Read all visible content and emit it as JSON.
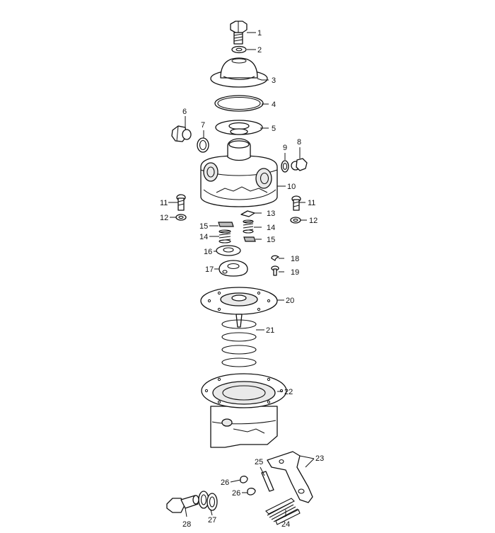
{
  "diagram": {
    "callouts": [
      {
        "id": "c1",
        "label": "1"
      },
      {
        "id": "c2",
        "label": "2"
      },
      {
        "id": "c3",
        "label": "3"
      },
      {
        "id": "c4",
        "label": "4"
      },
      {
        "id": "c5",
        "label": "5"
      },
      {
        "id": "c6",
        "label": "6"
      },
      {
        "id": "c7",
        "label": "7"
      },
      {
        "id": "c8",
        "label": "8"
      },
      {
        "id": "c9",
        "label": "9"
      },
      {
        "id": "c10",
        "label": "10"
      },
      {
        "id": "c11a",
        "label": "11"
      },
      {
        "id": "c11b",
        "label": "11"
      },
      {
        "id": "c12a",
        "label": "12"
      },
      {
        "id": "c12b",
        "label": "12"
      },
      {
        "id": "c13",
        "label": "13"
      },
      {
        "id": "c14a",
        "label": "14"
      },
      {
        "id": "c14b",
        "label": "14"
      },
      {
        "id": "c15a",
        "label": "15"
      },
      {
        "id": "c15b",
        "label": "15"
      },
      {
        "id": "c16",
        "label": "16"
      },
      {
        "id": "c17",
        "label": "17"
      },
      {
        "id": "c18",
        "label": "18"
      },
      {
        "id": "c19",
        "label": "19"
      },
      {
        "id": "c20",
        "label": "20"
      },
      {
        "id": "c21",
        "label": "21"
      },
      {
        "id": "c22",
        "label": "22"
      },
      {
        "id": "c23",
        "label": "23"
      },
      {
        "id": "c24",
        "label": "24"
      },
      {
        "id": "c25",
        "label": "25"
      },
      {
        "id": "c26a",
        "label": "26"
      },
      {
        "id": "c26b",
        "label": "26"
      },
      {
        "id": "c27",
        "label": "27"
      },
      {
        "id": "c28",
        "label": "28"
      }
    ]
  }
}
